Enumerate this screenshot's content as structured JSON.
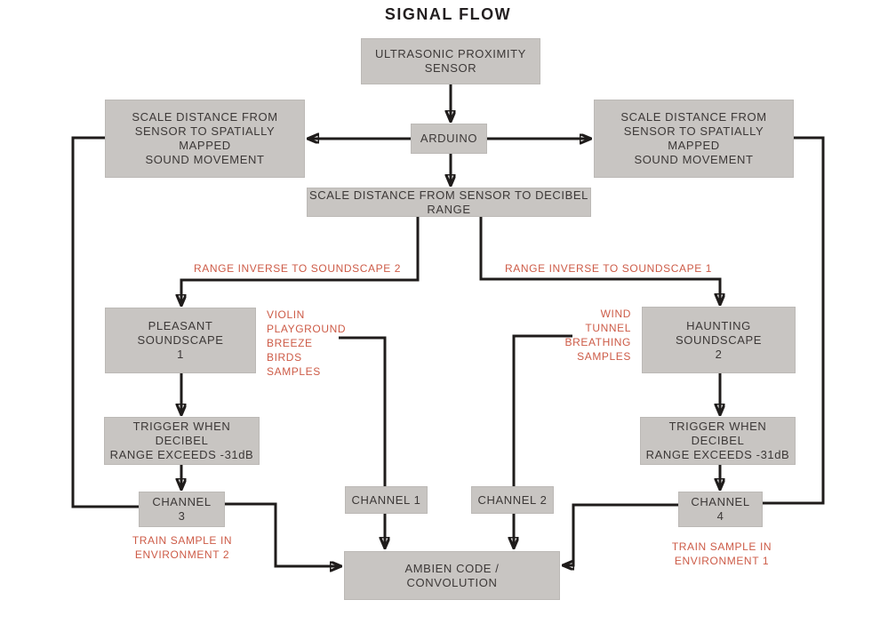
{
  "title": "SIGNAL FLOW",
  "colors": {
    "box_fill": "#c8c5c2",
    "box_text": "#3c3837",
    "accent_red": "#cd5b47",
    "line": "#1f1c1b"
  },
  "nodes": {
    "ultrasonic": "ULTRASONIC PROXIMITY\nSENSOR",
    "arduino": "ARDUINO",
    "scale_spatial_left": "SCALE DISTANCE FROM\nSENSOR TO SPATIALLY\nMAPPED\nSOUND MOVEMENT",
    "scale_spatial_right": "SCALE DISTANCE FROM\nSENSOR TO SPATIALLY\nMAPPED\nSOUND MOVEMENT",
    "scale_decibel": "SCALE DISTANCE FROM SENSOR TO DECIBEL\nRANGE",
    "pleasant": "PLEASANT\nSOUNDSCAPE\n1",
    "haunting": "HAUNTING\nSOUNDSCAPE\n2",
    "trigger_left": "TRIGGER WHEN DECIBEL\nRANGE EXCEEDS -31dB",
    "trigger_right": "TRIGGER WHEN DECIBEL\nRANGE EXCEEDS -31dB",
    "channel_3": "CHANNEL\n3",
    "channel_1": "CHANNEL 1",
    "channel_2": "CHANNEL 2",
    "channel_4": "CHANNEL\n4",
    "ambien": "AMBIEN CODE /\nCONVOLUTION"
  },
  "annotations": {
    "range_inverse_left": "RANGE INVERSE TO SOUNDSCAPE 2",
    "range_inverse_right": "RANGE INVERSE TO SOUNDSCAPE 1",
    "samples_left": "VIOLIN\nPLAYGROUND\nBREEZE\nBIRDS\nSAMPLES",
    "samples_right": "WIND\nTUNNEL\nBREATHING\nSAMPLES",
    "train_left": "TRAIN SAMPLE IN\nENVIRONMENT 2",
    "train_right": "TRAIN SAMPLE IN\nENVIRONMENT 1"
  }
}
